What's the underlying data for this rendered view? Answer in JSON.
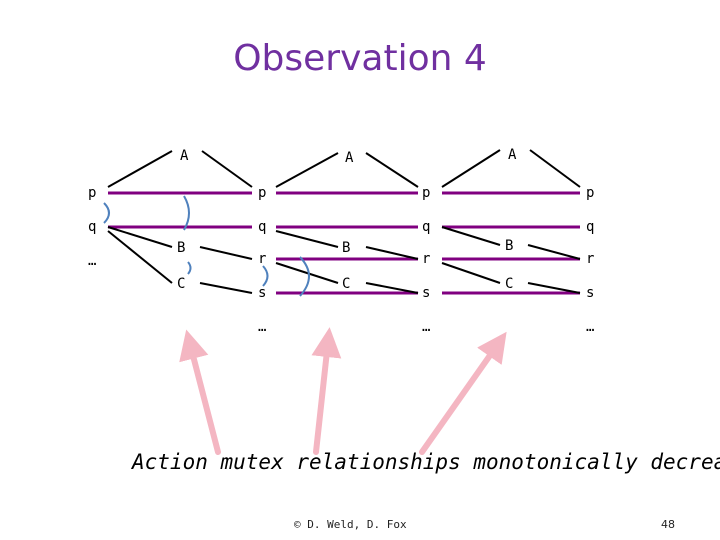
{
  "title": "Observation 4",
  "caption": "Action mutex relationships monotonically decrease",
  "footer": "© D.  Weld, D. Fox",
  "page_number": "48",
  "colors": {
    "title": "#7030A0",
    "persistence_line": "#800080",
    "mutex_arc": "#4F81BD",
    "arrow": "#F4B6C2"
  },
  "prop_levels": [
    [
      "p",
      "q",
      "…"
    ],
    [
      "p",
      "q",
      "r",
      "s",
      "…"
    ],
    [
      "p",
      "q",
      "r",
      "s",
      "…"
    ],
    [
      "p",
      "q",
      "r",
      "s",
      "…"
    ]
  ],
  "action_levels": [
    [
      "A",
      "B",
      "C"
    ],
    [
      "A",
      "B",
      "C"
    ],
    [
      "A",
      "B",
      "C"
    ]
  ]
}
